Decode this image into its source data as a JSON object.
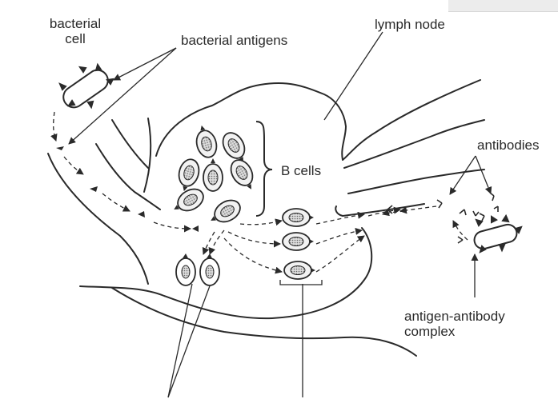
{
  "labels": {
    "bacterial_cell_line1": "bacterial",
    "bacterial_cell_line2": "cell",
    "bacterial_antigens": "bacterial antigens",
    "lymph_node": "lymph node",
    "b_cells": "B cells",
    "antibodies": "antibodies",
    "complex_line1": "antigen-antibody",
    "complex_line2": "complex"
  },
  "colors": {
    "ink": "#2a2a2a",
    "cell_fill": "#f2f2f2",
    "nucleus_fill": "#8a8a8a"
  }
}
